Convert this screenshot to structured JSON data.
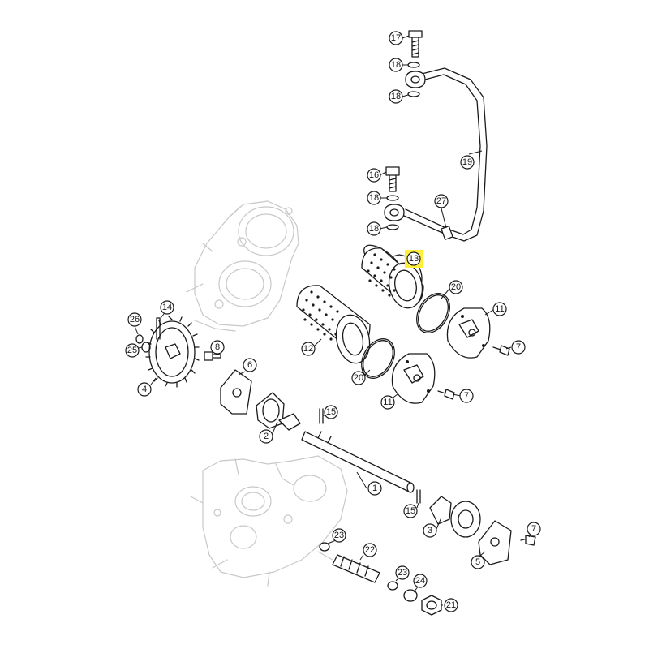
{
  "highlight": {
    "part": "13",
    "color": "#ffef3a"
  },
  "parts": [
    {
      "id": "p17",
      "num": "17"
    },
    {
      "id": "p18a",
      "num": "18"
    },
    {
      "id": "p18b",
      "num": "18"
    },
    {
      "id": "p19",
      "num": "19"
    },
    {
      "id": "p16",
      "num": "16"
    },
    {
      "id": "p18c",
      "num": "18"
    },
    {
      "id": "p27",
      "num": "27"
    },
    {
      "id": "p18d",
      "num": "18"
    },
    {
      "id": "p13",
      "num": "13"
    },
    {
      "id": "p20a",
      "num": "20"
    },
    {
      "id": "p11a",
      "num": "11"
    },
    {
      "id": "p7a",
      "num": "7"
    },
    {
      "id": "p12",
      "num": "12"
    },
    {
      "id": "p20b",
      "num": "20"
    },
    {
      "id": "p11b",
      "num": "11"
    },
    {
      "id": "p7b",
      "num": "7"
    },
    {
      "id": "p26",
      "num": "26"
    },
    {
      "id": "p14",
      "num": "14"
    },
    {
      "id": "p25",
      "num": "25"
    },
    {
      "id": "p8",
      "num": "8"
    },
    {
      "id": "p6",
      "num": "6"
    },
    {
      "id": "p4",
      "num": "4"
    },
    {
      "id": "p15a",
      "num": "15"
    },
    {
      "id": "p2",
      "num": "2"
    },
    {
      "id": "p1",
      "num": "1"
    },
    {
      "id": "p15b",
      "num": "15"
    },
    {
      "id": "p3",
      "num": "3"
    },
    {
      "id": "p7c",
      "num": "7"
    },
    {
      "id": "p23a",
      "num": "23"
    },
    {
      "id": "p22",
      "num": "22"
    },
    {
      "id": "p5",
      "num": "5"
    },
    {
      "id": "p23b",
      "num": "23"
    },
    {
      "id": "p24",
      "num": "24"
    },
    {
      "id": "p21",
      "num": "21"
    }
  ]
}
